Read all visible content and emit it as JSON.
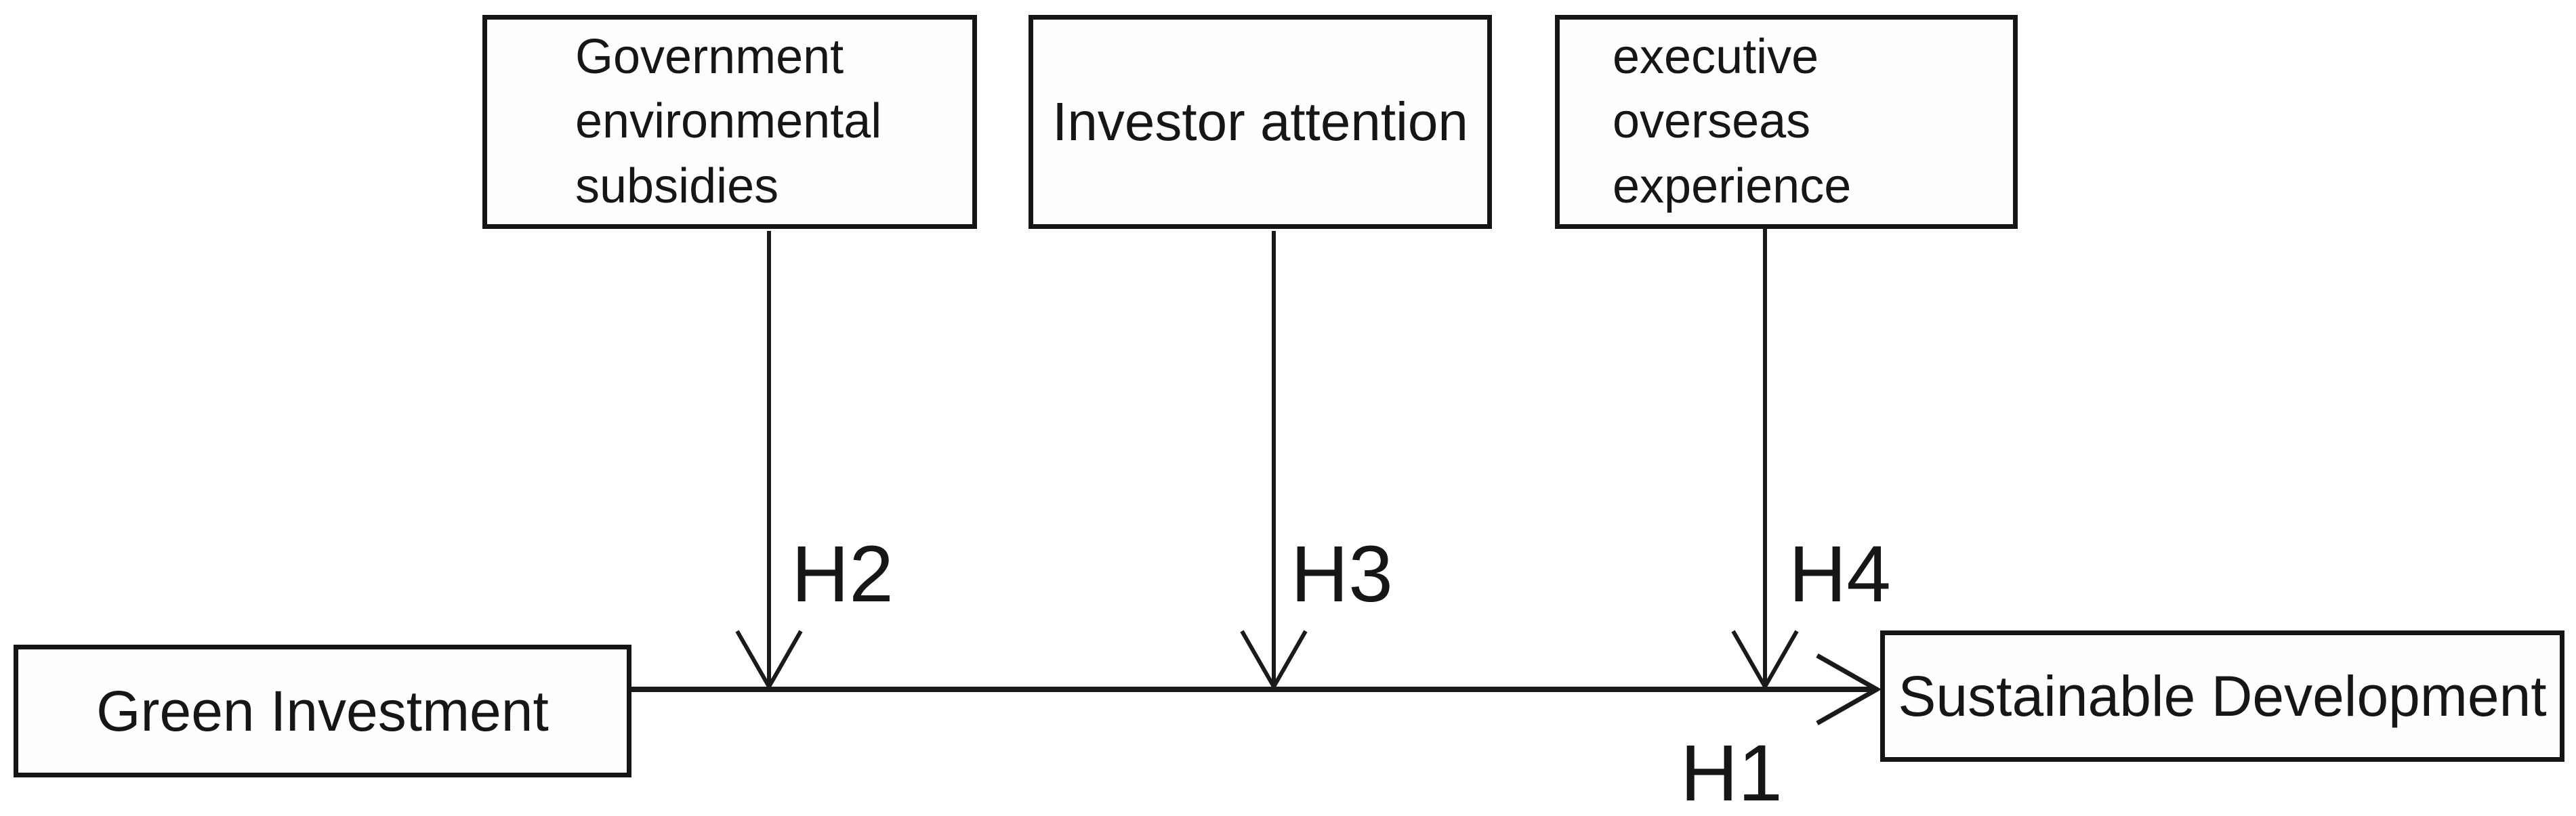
{
  "figure": {
    "background_color": "#ffffff",
    "ink_color": "#161616",
    "moderator_boxes": [
      {
        "id": "government-environmental-subsidies",
        "label": "Government\nenvironmental\nsubsidies"
      },
      {
        "id": "investor-attention",
        "label": "Investor attention"
      },
      {
        "id": "executive-overseas-experience",
        "label": "executive\noverseas\nexperience"
      }
    ],
    "independent_box": {
      "label": "Green Investment"
    },
    "dependent_box": {
      "label": "Sustainable Development"
    },
    "hypotheses": {
      "h1": "H1",
      "h2": "H2",
      "h3": "H3",
      "h4": "H4"
    },
    "relations": [
      {
        "from": "Green Investment",
        "to": "Sustainable Development",
        "label": "H1"
      },
      {
        "from": "Government environmental subsidies",
        "to": "H1 path",
        "label": "H2"
      },
      {
        "from": "Investor attention",
        "to": "H1 path",
        "label": "H3"
      },
      {
        "from": "executive overseas experience",
        "to": "H1 path",
        "label": "H4"
      }
    ]
  }
}
